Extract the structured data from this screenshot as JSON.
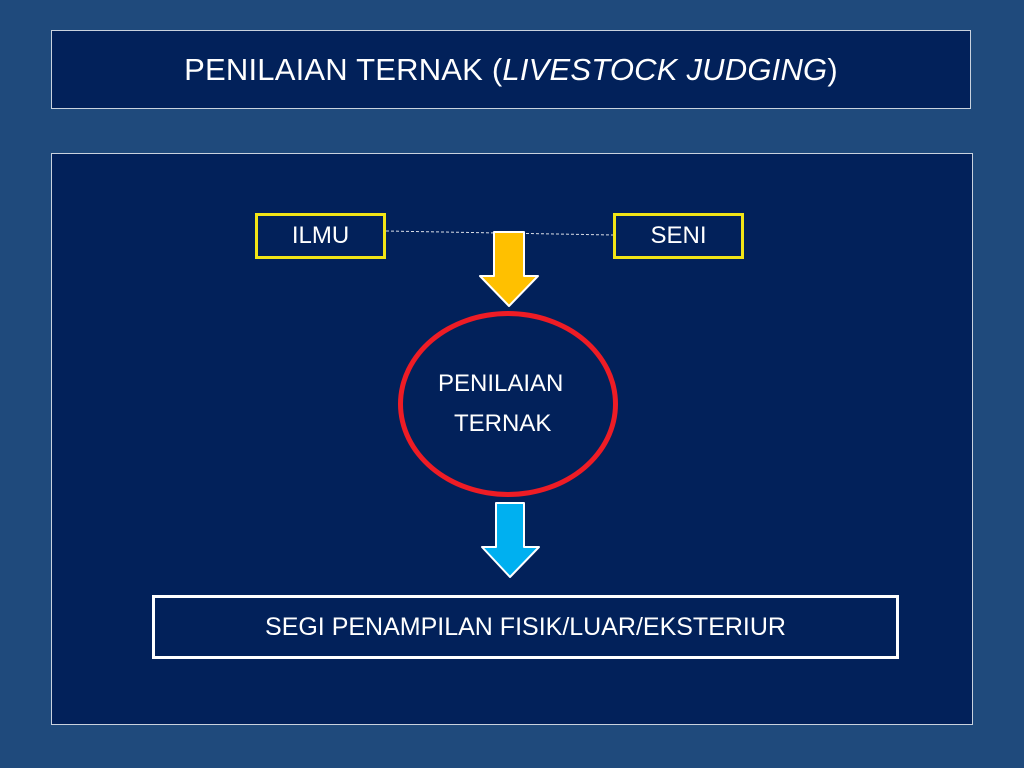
{
  "header": {
    "title_prefix": "PENILAIAN TERNAK (",
    "title_emphasis": "LIVESTOCK JUDGING",
    "title_suffix": ")"
  },
  "diagram": {
    "left_box": "ILMU",
    "right_box": "SENI",
    "center_line1": "PENILAIAN",
    "center_line2": "TERNAK",
    "bottom_box": "SEGI PENAMPILAN FISIK/LUAR/EKSTERIUR"
  },
  "colors": {
    "background": "#1f4a7c",
    "panel": "#02215a",
    "box_border_yellow": "#f2e516",
    "circle_red": "#ee1c25",
    "arrow_top": "#ffc000",
    "arrow_bottom": "#00b0f0",
    "text": "#ffffff"
  }
}
